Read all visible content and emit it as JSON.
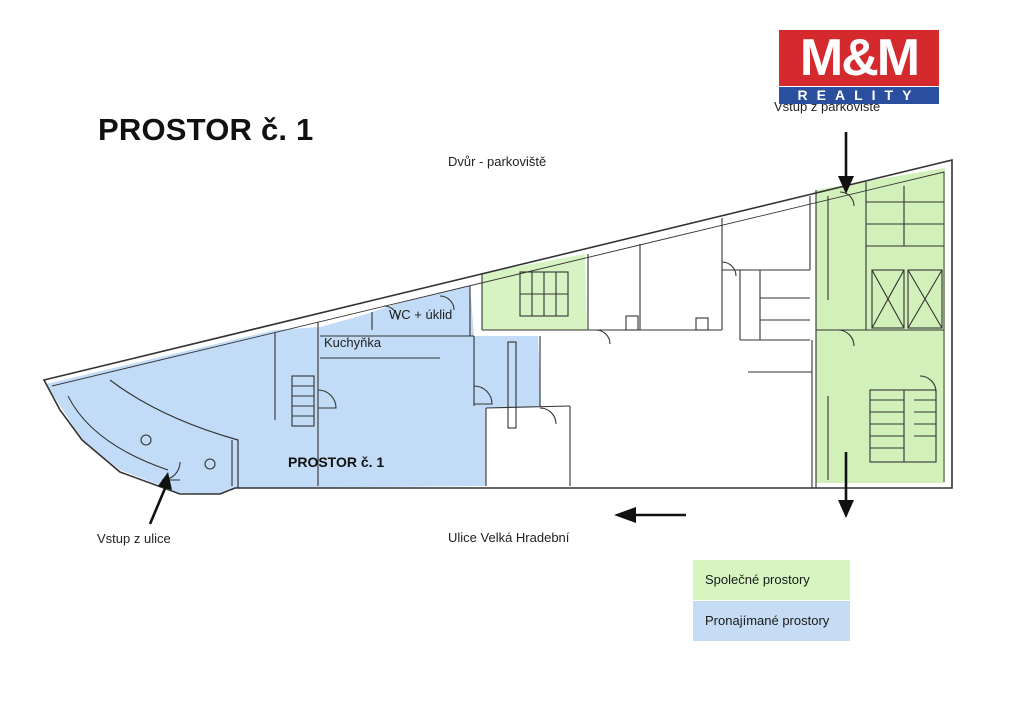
{
  "title": "PROSTOR č. 1",
  "labels": {
    "courtyard": "Dvůr - parkoviště",
    "parking_entrance": "Vstup z parkoviště",
    "street_entrance": "Vstup z ulice",
    "street": "Ulice Velká Hradební",
    "wc": "WC + úklid",
    "kitchen": "Kuchyňka",
    "prostor_inner": "PROSTOR č. 1"
  },
  "legend": [
    {
      "label": "Společné prostory",
      "color": "#d6f5c1"
    },
    {
      "label": "Pronajímané prostory",
      "color": "#c5dcf4"
    }
  ],
  "logo": {
    "top": "M&M",
    "bottom": "REALITY",
    "top_color": "#d42a2e",
    "bottom_color": "#2a4f9e"
  },
  "colors": {
    "common_area": "#c8f0a8",
    "rented_area": "#a9cdf2",
    "wall": "#333333"
  }
}
